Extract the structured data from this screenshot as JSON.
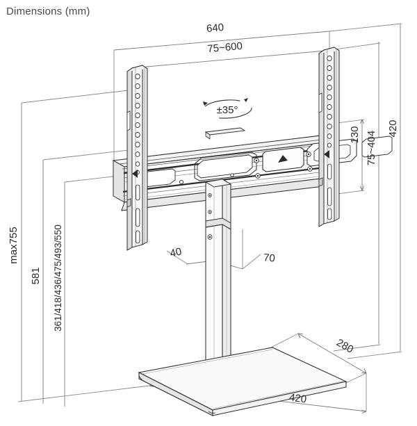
{
  "title": "Dimensions (mm)",
  "drawing": {
    "name": "tv-stand-technical-drawing",
    "type": "isometric-line-drawing",
    "subject": "height adjustable tabletop TV stand with swivel bracket"
  },
  "dimensions": {
    "bracket_width": "640",
    "vesa_horizontal_range": "75~600",
    "vesa_vertical_range": "75~404",
    "bracket_height": "420",
    "rail_segment": "130",
    "max_height": "max755",
    "mid_height": "581",
    "height_steps": "361/418/436/475/493/550",
    "column_depth": "40",
    "column_width": "70",
    "base_depth": "280",
    "base_width": "420",
    "swivel": "±35°"
  },
  "annotations": {
    "up_arrow_label": "▲"
  },
  "colors": {
    "background": "#ffffff",
    "line": "#2b2b2b",
    "thin_line": "#808080",
    "title_text": "#4a4a4a",
    "dim_text": "#2a2a2a",
    "fill_light": "#fbfbfb",
    "fill_mid": "#eeeeee"
  }
}
